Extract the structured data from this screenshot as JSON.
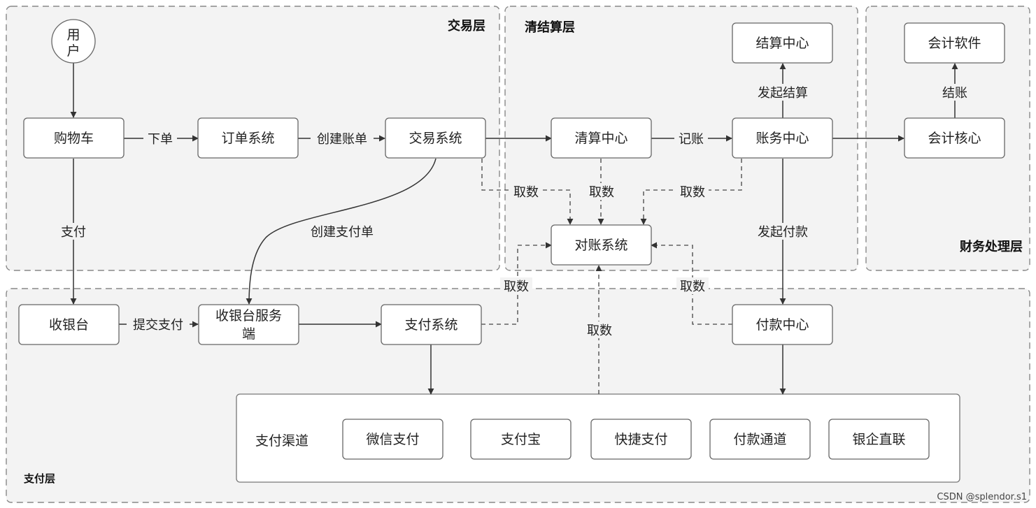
{
  "layers": {
    "trade": "交易层",
    "clearing": "清结算层",
    "finance": "财务处理层",
    "payment": "支付层"
  },
  "nodes": {
    "user": [
      "用",
      "户"
    ],
    "cart": "购物车",
    "order": "订单系统",
    "trade": "交易系统",
    "clearing": "清算中心",
    "account": "账务中心",
    "settlement": "结算中心",
    "accounting_core": "会计核心",
    "accounting_software": "会计软件",
    "reconcile": "对账系统",
    "cashier": "收银台",
    "cashier_server": [
      "收银台服务",
      "端"
    ],
    "payment_system": "支付系统",
    "payout_center": "付款中心"
  },
  "channels": {
    "title": "支付渠道",
    "items": [
      "微信支付",
      "支付宝",
      "快捷支付",
      "付款通道",
      "银企直联"
    ]
  },
  "edge_labels": {
    "place_order": "下单",
    "create_bill": "创建账单",
    "record": "记账",
    "start_settle": "发起结算",
    "close_books": "结账",
    "pay": "支付",
    "create_payment": "创建支付单",
    "submit_payment": "提交支付",
    "fetch": "取数",
    "start_payout": "发起付款"
  },
  "watermark": "CSDN @splendor.s1"
}
